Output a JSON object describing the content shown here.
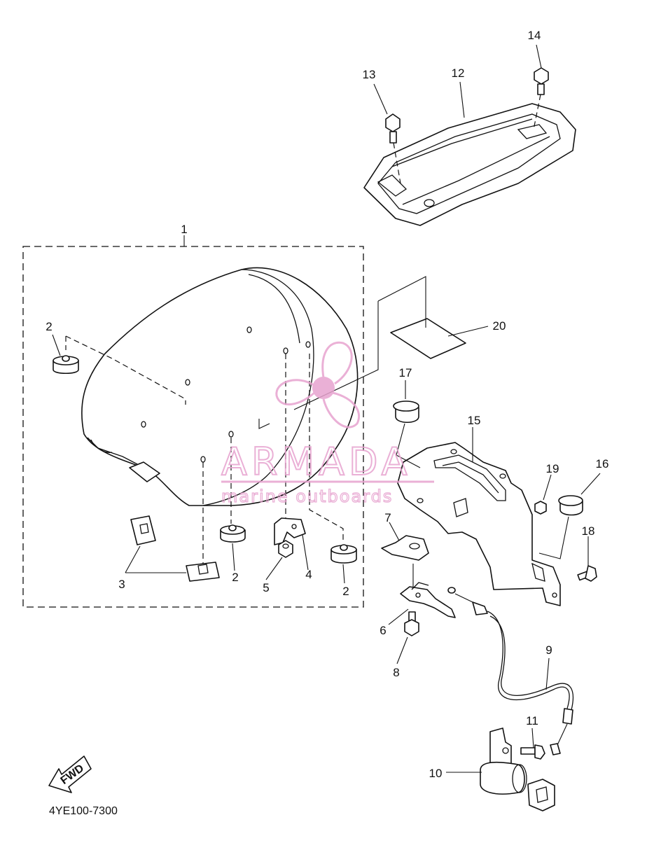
{
  "diagram": {
    "callouts": [
      {
        "id": "c1",
        "text": "1"
      },
      {
        "id": "c2a",
        "text": "2"
      },
      {
        "id": "c2b",
        "text": "2"
      },
      {
        "id": "c2c",
        "text": "2"
      },
      {
        "id": "c3",
        "text": "3"
      },
      {
        "id": "c4",
        "text": "4"
      },
      {
        "id": "c5",
        "text": "5"
      },
      {
        "id": "c6",
        "text": "6"
      },
      {
        "id": "c7",
        "text": "7"
      },
      {
        "id": "c8",
        "text": "8"
      },
      {
        "id": "c9",
        "text": "9"
      },
      {
        "id": "c10",
        "text": "10"
      },
      {
        "id": "c11",
        "text": "11"
      },
      {
        "id": "c12",
        "text": "12"
      },
      {
        "id": "c13",
        "text": "13"
      },
      {
        "id": "c14",
        "text": "14"
      },
      {
        "id": "c15",
        "text": "15"
      },
      {
        "id": "c16",
        "text": "16"
      },
      {
        "id": "c17",
        "text": "17"
      },
      {
        "id": "c18",
        "text": "18"
      },
      {
        "id": "c19",
        "text": "19"
      },
      {
        "id": "c20",
        "text": "20"
      }
    ],
    "fwd_label": "FWD",
    "diagram_code": "4YE100-7300"
  },
  "watermark": {
    "brand": "ARMADA",
    "tagline": "marine outboards",
    "color": "#e7a3cf"
  }
}
